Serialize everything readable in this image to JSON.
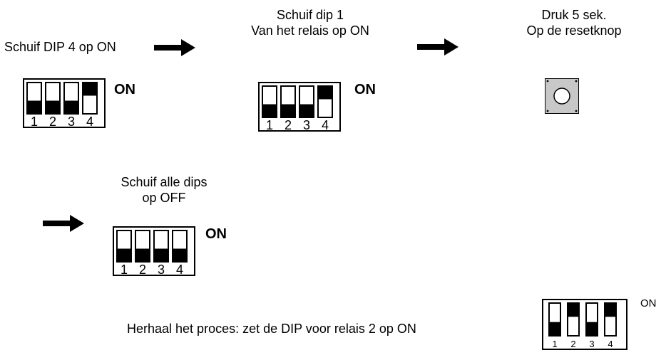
{
  "steps": {
    "step1": {
      "instruction": "Schuif DIP 4 op ON"
    },
    "step2": {
      "line1": "Schuif dip 1",
      "line2": "Van het relais op ON"
    },
    "step3": {
      "line1": "Druk 5 sek.",
      "line2": "Op de resetknop"
    },
    "step4": {
      "line1": "Schuif alle  dips",
      "line2": "op OFF"
    },
    "repeat": {
      "instruction": "Herhaal het proces: zet de DIP voor relais 2 op ON"
    }
  },
  "dip_switches": {
    "on_label": "ON",
    "numbers": [
      "1",
      "2",
      "3",
      "4"
    ],
    "step1_state": [
      "off",
      "off",
      "off",
      "on"
    ],
    "step2_state": [
      "off",
      "off",
      "off",
      "on"
    ],
    "step4_state": [
      "off",
      "off",
      "off",
      "off"
    ],
    "repeat_state": [
      "off",
      "on",
      "off",
      "on"
    ]
  },
  "icons": {
    "arrow": "right-arrow-icon",
    "reset": "reset-button-icon"
  },
  "colors": {
    "ink": "#000000",
    "reset_button_fill": "#c8c8c8"
  }
}
